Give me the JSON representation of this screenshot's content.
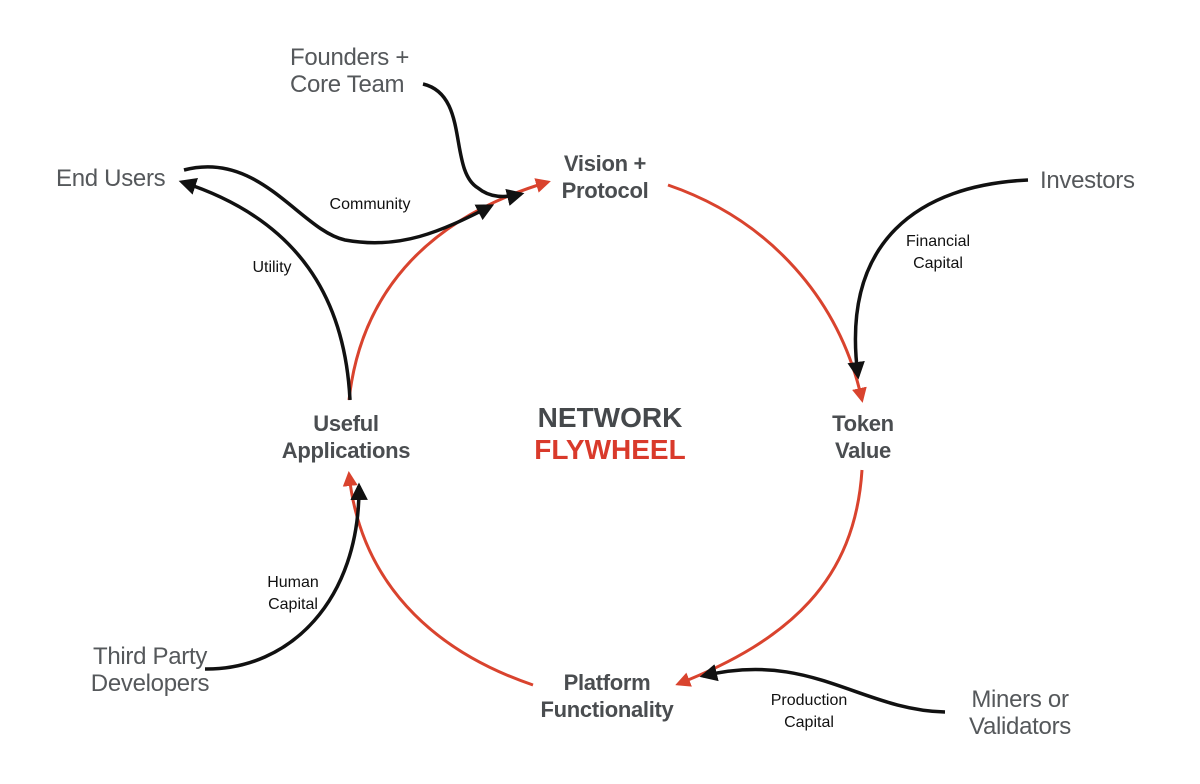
{
  "title": {
    "line1": "NETWORK",
    "line2": "FLYWHEEL"
  },
  "colors": {
    "cycle": "#d9432e",
    "inflow": "#111111",
    "node_text": "#4a4d50",
    "accent_text": "#d93a2b"
  },
  "cycle_nodes": [
    {
      "id": "vision",
      "line1": "Vision +",
      "line2": "Protocol"
    },
    {
      "id": "token",
      "line1": "Token",
      "line2": "Value"
    },
    {
      "id": "platform",
      "line1": "Platform",
      "line2": "Functionality"
    },
    {
      "id": "apps",
      "line1": "Useful",
      "line2": "Applications"
    }
  ],
  "actors": [
    {
      "id": "founders",
      "line1": "Founders +",
      "line2": "Core Team"
    },
    {
      "id": "investors",
      "line1": "Investors",
      "line2": ""
    },
    {
      "id": "miners",
      "line1": "Miners or",
      "line2": "Validators"
    },
    {
      "id": "developers",
      "line1": "Third Party",
      "line2": "Developers"
    },
    {
      "id": "endusers",
      "line1": "End Users",
      "line2": ""
    }
  ],
  "flows": [
    {
      "id": "community",
      "line1": "Community",
      "line2": "",
      "from": "End Users",
      "to": "Vision + Protocol"
    },
    {
      "id": "utility",
      "line1": "Utility",
      "line2": "",
      "from": "Useful Applications",
      "to": "End Users"
    },
    {
      "id": "financial",
      "line1": "Financial",
      "line2": "Capital",
      "from": "Investors",
      "to": "Token Value"
    },
    {
      "id": "production",
      "line1": "Production",
      "line2": "Capital",
      "from": "Miners or Validators",
      "to": "Platform Functionality"
    },
    {
      "id": "human",
      "line1": "Human",
      "line2": "Capital",
      "from": "Third Party Developers",
      "to": "Useful Applications"
    },
    {
      "id": "founding",
      "line1": "",
      "line2": "",
      "from": "Founders + Core Team",
      "to": "Vision + Protocol"
    }
  ]
}
